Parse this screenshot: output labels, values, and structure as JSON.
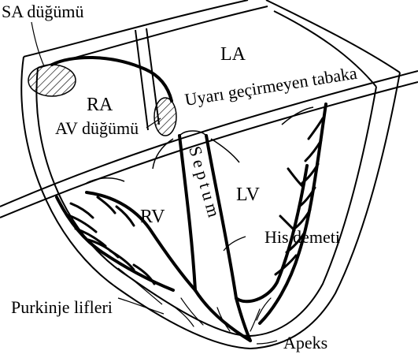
{
  "labels": {
    "sa_node": "SA düğümü",
    "la": "LA",
    "ra": "RA",
    "av_node": "AV düğümü",
    "insulating_layer": "Uyarı geçirmeyen tabaka",
    "rv": "RV",
    "lv": "LV",
    "septum": "Septum",
    "his_bundle": "His demeti",
    "purkinje": "Purkinje lifleri",
    "apex": "Apeks"
  },
  "colors": {
    "stroke": "#000000",
    "background": "#ffffff"
  }
}
